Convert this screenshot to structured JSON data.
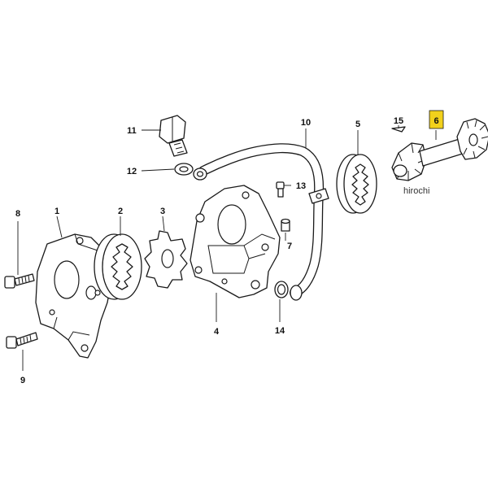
{
  "diagram": {
    "callouts": [
      {
        "id": "p1",
        "label": "1"
      },
      {
        "id": "p2",
        "label": "2"
      },
      {
        "id": "p3",
        "label": "3"
      },
      {
        "id": "p4",
        "label": "4"
      },
      {
        "id": "p5",
        "label": "5"
      },
      {
        "id": "p6",
        "label": "6",
        "highlighted": true
      },
      {
        "id": "p7",
        "label": "7"
      },
      {
        "id": "p8",
        "label": "8"
      },
      {
        "id": "p9",
        "label": "9"
      },
      {
        "id": "p10",
        "label": "10"
      },
      {
        "id": "p11",
        "label": "11"
      },
      {
        "id": "p12",
        "label": "12"
      },
      {
        "id": "p13",
        "label": "13"
      },
      {
        "id": "p14",
        "label": "14"
      },
      {
        "id": "p15",
        "label": "15"
      }
    ],
    "highlight_color": "#f2d11c",
    "watermark": "hirochi"
  }
}
